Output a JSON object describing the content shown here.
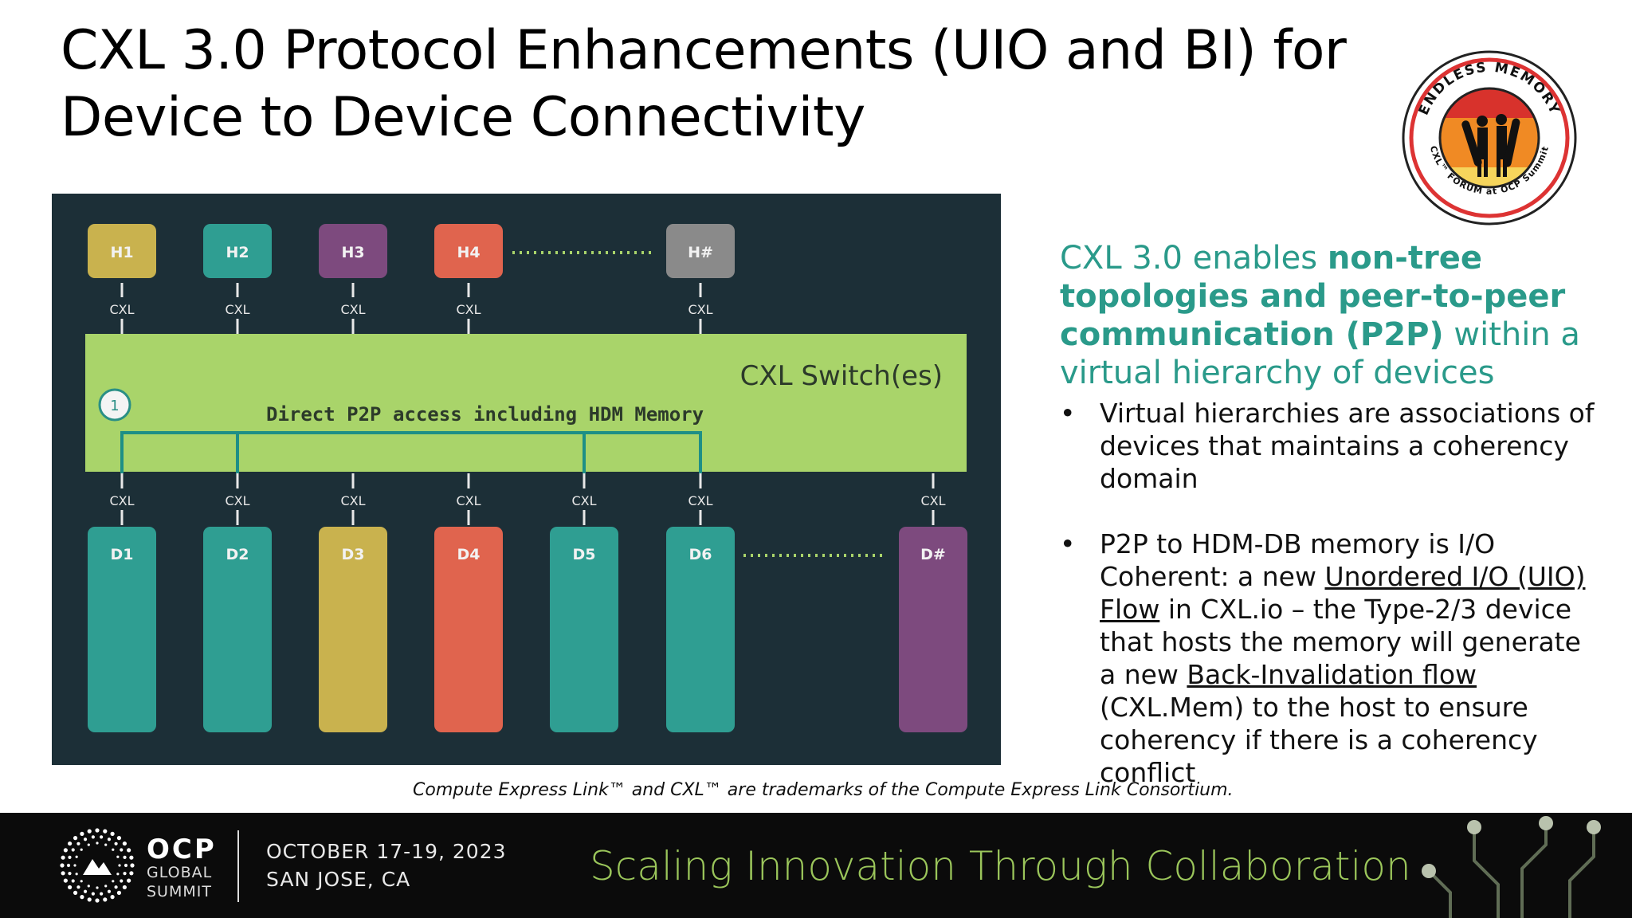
{
  "slide": {
    "title_line1": "CXL 3.0 Protocol Enhancements (UIO and BI) for",
    "title_line2": "Device to Device Connectivity"
  },
  "logo": {
    "top_text": "ENDLESS MEMORY",
    "bottom_text": "CXL™ FORUM at OCP Summit"
  },
  "diagram": {
    "hosts": [
      "H1",
      "H2",
      "H3",
      "H4",
      "H#"
    ],
    "host_colors": [
      "#c9b24e",
      "#2f9e92",
      "#7d4a7e",
      "#e0644e",
      "#8a8a8a"
    ],
    "devices": [
      "D1",
      "D2",
      "D3",
      "D4",
      "D5",
      "D6",
      "D#"
    ],
    "device_colors": [
      "#2f9e92",
      "#2f9e92",
      "#c9b24e",
      "#e0644e",
      "#2f9e92",
      "#2f9e92",
      "#7d4a7e"
    ],
    "link_label": "CXL",
    "switch_label": "CXL Switch(es)",
    "marker": "1",
    "p2p_label": "Direct P2P access including HDM Memory",
    "colors": {
      "background": "#1c2f37",
      "switch": "#a9d46a",
      "p2p_line": "#1e8f86",
      "connector": "#e8e8e8",
      "ellipsis": "#a9d46a"
    }
  },
  "content": {
    "lead_part1": "CXL 3.0 enables ",
    "lead_bold1": "non-tree topologies and peer-to-peer communication (P2P)",
    "lead_part2": " within a virtual hierarchy of devices",
    "bullet1": "Virtual hierarchies are associations of devices that maintains a coherency domain",
    "bullet2_a": "P2P to HDM-DB memory is I/O Coherent: a new ",
    "bullet2_u1": "Unordered I/O (UIO) Flow",
    "bullet2_b": " in CXL.io – the Type-2/3 device that hosts the memory will generate a new ",
    "bullet2_u2": "Back-Invalidation flow ",
    "bullet2_c": "(CXL.Mem) to the host to ensure coherency if there is a coherency conflict",
    "accent_color": "#2a9a8a"
  },
  "trademark": "Compute Express Link™ and CXL™ are trademarks of the Compute Express Link Consortium.",
  "footer": {
    "org": "OCP",
    "org_sub1": "GLOBAL",
    "org_sub2": "SUMMIT",
    "date": "OCTOBER 17-19, 2023",
    "place": "SAN JOSE, CA",
    "tagline": "Scaling Innovation Through Collaboration",
    "tagline_color": "#9bc65b"
  }
}
